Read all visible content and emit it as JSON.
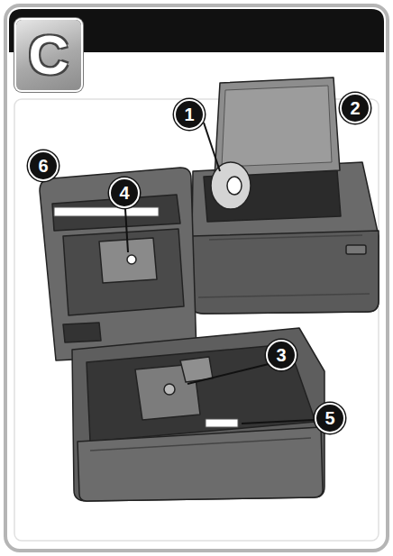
{
  "diagram": {
    "title": "C",
    "labels": [
      "1",
      "2",
      "3",
      "4",
      "5",
      "6"
    ]
  }
}
